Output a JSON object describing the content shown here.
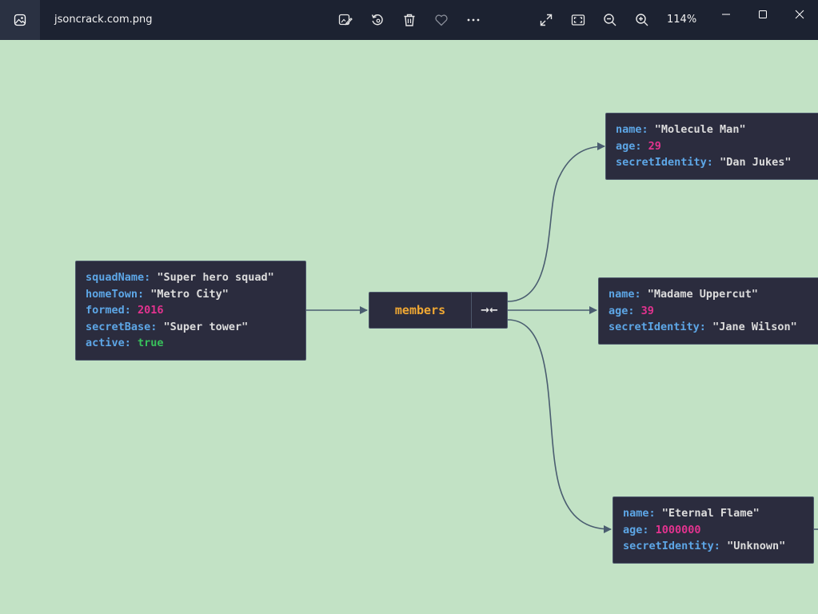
{
  "titlebar": {
    "file_name": "jsoncrack.com.png",
    "zoom_level": "114%",
    "app_icon": "photos-app-icon",
    "actions": [
      "edit-image-icon",
      "rotate-icon",
      "delete-icon",
      "favorite-heart-icon",
      "more-options-icon"
    ],
    "view_tools": [
      "fullscreen-icon",
      "fit-to-window-icon",
      "zoom-out-icon",
      "zoom-in-icon"
    ],
    "window_controls": [
      "minimize-icon",
      "maximize-icon",
      "close-icon"
    ]
  },
  "graph": {
    "root": {
      "rows": [
        {
          "key": "squadName:",
          "value": "\"Super hero squad\"",
          "type": "string"
        },
        {
          "key": "homeTown:",
          "value": "\"Metro City\"",
          "type": "string"
        },
        {
          "key": "formed:",
          "value": "2016",
          "type": "number"
        },
        {
          "key": "secretBase:",
          "value": "\"Super tower\"",
          "type": "string"
        },
        {
          "key": "active:",
          "value": "true",
          "type": "boolean"
        }
      ]
    },
    "members": {
      "label": "members",
      "collapse_glyph": "→←"
    },
    "children": [
      {
        "rows": [
          {
            "key": "name:",
            "value": "\"Molecule Man\"",
            "type": "string"
          },
          {
            "key": "age:",
            "value": "29",
            "type": "number"
          },
          {
            "key": "secretIdentity:",
            "value": "\"Dan Jukes\"",
            "type": "string"
          }
        ]
      },
      {
        "rows": [
          {
            "key": "name:",
            "value": "\"Madame Uppercut\"",
            "type": "string"
          },
          {
            "key": "age:",
            "value": "39",
            "type": "number"
          },
          {
            "key": "secretIdentity:",
            "value": "\"Jane Wilson\"",
            "type": "string"
          }
        ]
      },
      {
        "rows": [
          {
            "key": "name:",
            "value": "\"Eternal Flame\"",
            "type": "string"
          },
          {
            "key": "age:",
            "value": "1000000",
            "type": "number"
          },
          {
            "key": "secretIdentity:",
            "value": "\"Unknown\"",
            "type": "string"
          }
        ]
      }
    ]
  },
  "colors": {
    "canvas_background": "#c2e2c5",
    "node_background": "#2b2c3e",
    "key": "#5da6e6",
    "string": "#dcdcdc",
    "number": "#e3338f",
    "boolean": "#38c15b",
    "members_label": "#f0a833",
    "edge": "#4a5d70"
  }
}
